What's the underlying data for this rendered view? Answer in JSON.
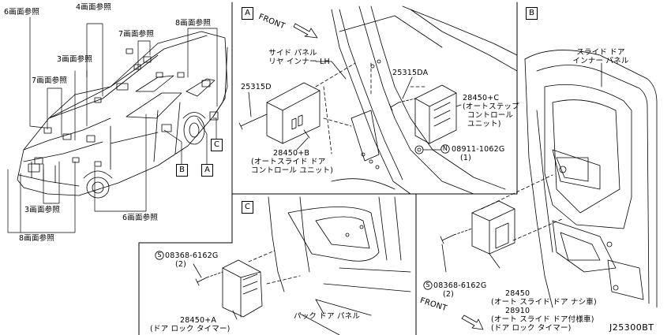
{
  "diagram": {
    "figure_code": "J25300BT",
    "overview": {
      "refs": {
        "p6_top": "6画面参照",
        "p4_top": "4画面参照",
        "p8_top": "8画面参照",
        "p7_right": "7画面参照",
        "p3_mid": "3画面参照",
        "p7_left": "7画面参照",
        "p3_bottom": "3画面参照",
        "p6_bottom": "6画面参照",
        "p8_bottom": "8画面参照"
      },
      "callouts": {
        "b": "B",
        "a": "A",
        "c": "C"
      }
    },
    "panel_a": {
      "label": "A",
      "front": "FRONT",
      "side_panel_line1": "サイド パネル",
      "side_panel_line2": "リヤ インナー",
      "lh": "LH",
      "bolt_left": "25315D",
      "bolt_right": "25315DA",
      "unit_b_no": "28450+B",
      "unit_b_line1": "(オートスライド ドア",
      "unit_b_line2": "コントロール ユニット)",
      "unit_c_no": "28450+C",
      "unit_c_line1": "(オートステップ",
      "unit_c_line2": "コントロール",
      "unit_c_line3": "ユニット)",
      "nut_prefix": "N",
      "nut_no": "08911-1062G",
      "nut_qty": "(1)"
    },
    "panel_b": {
      "label": "B",
      "door_line1": "スライド ドア",
      "door_line2": "インナー パネル",
      "screw_prefix": "S",
      "screw_no": "08368-6162G",
      "screw_qty": "(2)",
      "part1": "28450",
      "part1_desc": "(オート スライド ドア ナシ車)",
      "part2": "28910",
      "part2_desc": "(オート スライド ドア付様車)",
      "part2_desc2": "(ドア ロック タイマー)",
      "front": "FRONT"
    },
    "panel_c": {
      "label": "C",
      "screw_prefix": "S",
      "screw_no": "08368-6162G",
      "screw_qty": "(2)",
      "part": "28450+A",
      "part_desc": "(ドア ロック タイマー)",
      "back_door": "バック ドア パネル"
    }
  }
}
